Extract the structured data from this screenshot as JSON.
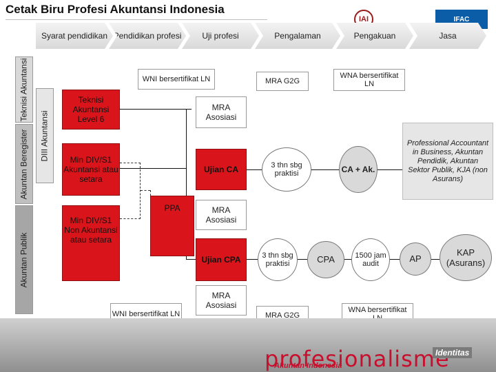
{
  "title": "Cetak Biru Profesi Akuntansi Indonesia",
  "logos": {
    "iai": "IAI",
    "ifac": "IFAC"
  },
  "headers": [
    "Syarat pendidikan",
    "Pendidikan profesi",
    "Uji profesi",
    "Pengalaman",
    "Pengakuan",
    "Jasa"
  ],
  "bands": {
    "teknisi": "Teknisi Akuntansi",
    "beregister": "Akuntan Beregister",
    "publik": "Akuntan Publik",
    "diii": "DIII Akuntansi"
  },
  "boxes": {
    "teknisi_level6": "Teknisi Akuntansi Level 6",
    "min_div_s1": "Min DIV/S1 Akuntansi atau setara",
    "min_div_non": "Min DIV/S1 Non Akuntansi atau setara",
    "ppa": "PPA",
    "ujian_ca": "Ujian CA",
    "ujian_cpa": "Ujian CPA"
  },
  "labels": {
    "wni_ln_top": "WNI bersertifikat LN",
    "mra_g2g_top": "MRA G2G",
    "wna_ln_top": "WNA bersertifikat LN",
    "mra_asosiasi_1": "MRA Asosiasi",
    "mra_asosiasi_2": "MRA Asosiasi",
    "mra_asosiasi_3": "MRA Asosiasi",
    "wni_ln_bottom": "WNI bersertifikat LN",
    "mra_g2g_bottom": "MRA G2G",
    "wna_ln_bottom": "WNA bersertifikat LN"
  },
  "circles": {
    "thn_ca": "3 thn sbg praktisi",
    "ca_ak": "CA + Ak.",
    "thn_cpa": "3 thn sbg praktisi",
    "cpa": "CPA",
    "jam_audit": "1500 jam audit",
    "ap": "AP",
    "kap": "KAP (Asurans)"
  },
  "callout": "Professional Accountant in Business, Akuntan Pendidik, Akuntan Sektor Publik, KJA (non Asurans)",
  "footer": {
    "brand": "profesionalisme",
    "sub": "Akuntan Indonesia",
    "identity": "Identitas"
  },
  "colors": {
    "accent_red": "#d9151b",
    "brand_red": "#c8102e"
  }
}
